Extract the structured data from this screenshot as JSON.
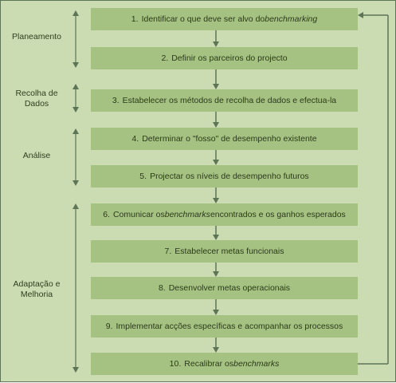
{
  "colors": {
    "background": "#cbdcb3",
    "box_fill": "#a6c282",
    "arrow": "#5d7455",
    "border": "#5d7455",
    "text": "#2b3a1b"
  },
  "phases": [
    {
      "label": "Planeamento"
    },
    {
      "label": "Recolha de Dados"
    },
    {
      "label": "Análise"
    },
    {
      "label": "Adaptação e Melhoria"
    }
  ],
  "steps": [
    {
      "num": "1.",
      "parts": [
        {
          "t": "Identificar o que deve ser alvo do "
        },
        {
          "t": "benchmarking",
          "i": true
        }
      ]
    },
    {
      "num": "2.",
      "parts": [
        {
          "t": "Definir os parceiros do projecto"
        }
      ]
    },
    {
      "num": "3.",
      "parts": [
        {
          "t": "Estabelecer os métodos de recolha de dados e efectua-la"
        }
      ]
    },
    {
      "num": "4.",
      "parts": [
        {
          "t": "Determinar o \"fosso\" de desempenho existente"
        }
      ]
    },
    {
      "num": "5.",
      "parts": [
        {
          "t": "Projectar os níveis de desempenho futuros"
        }
      ]
    },
    {
      "num": "6.",
      "parts": [
        {
          "t": "Comunicar os "
        },
        {
          "t": "benchmarks",
          "i": true
        },
        {
          "t": " encontrados e os ganhos esperados"
        }
      ]
    },
    {
      "num": "7.",
      "parts": [
        {
          "t": "Estabelecer metas funcionais"
        }
      ]
    },
    {
      "num": "8.",
      "parts": [
        {
          "t": "Desenvolver metas operacionais"
        }
      ]
    },
    {
      "num": "9.",
      "parts": [
        {
          "t": "Implementar acções específicas e acompanhar os processos"
        }
      ]
    },
    {
      "num": "10.",
      "parts": [
        {
          "t": "Recalibrar os "
        },
        {
          "t": "benchmarks",
          "i": true
        }
      ]
    }
  ]
}
